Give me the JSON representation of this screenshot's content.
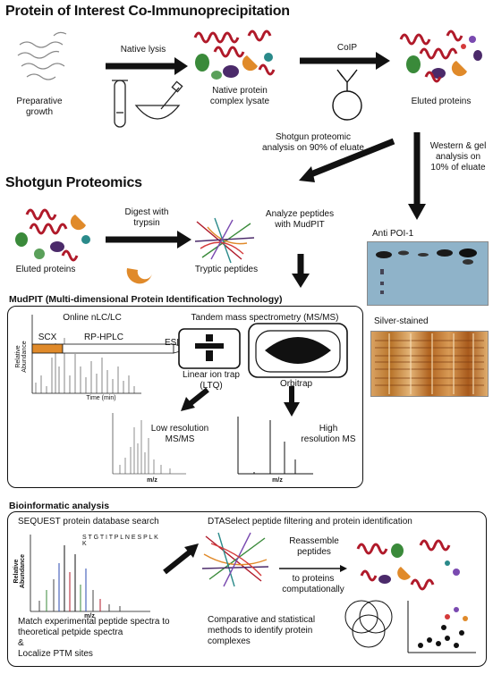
{
  "titles": {
    "coip": "Protein of Interest Co-Immunoprecipitation",
    "shotgun": "Shotgun Proteomics",
    "mudpit": "MudPIT (Multi-dimensional Protein Identification Technology)",
    "bioinfo": "Bioinformatic analysis"
  },
  "coip": {
    "growth": "Preparative growth",
    "native_lysis": "Native lysis",
    "lysate": "Native protein complex lysate",
    "coip_label": "CoIP",
    "eluted": "Eluted proteins",
    "shotgun_arrow": "Shotgun proteomic analysis on 90% of eluate",
    "western_arrow": "Western & gel analysis on 10% of eluate"
  },
  "shotgun": {
    "eluted": "Eluted proteins",
    "digest": "Digest with trypsin",
    "tryptic": "Tryptic peptides",
    "analyze": "Analyze peptides with MudPIT"
  },
  "gels": {
    "anti": "Anti POI-1",
    "silver": "Silver-stained"
  },
  "mudpit": {
    "lc": "Online nLC/LC",
    "scx": "SCX",
    "rp": "RP-HPLC",
    "esi": "ESI",
    "msms": "Tandem mass spectrometry (MS/MS)",
    "ltq": "Linear ion trap (LTQ)",
    "orbitrap": "Orbitrap",
    "low_res": "Low resolution MS/MS",
    "high_res": "High resolution MS",
    "rel_abundance": "Relative Abundance",
    "time_axis": "Time (min)",
    "mz": "m/z"
  },
  "bioinfo": {
    "sequest": "SEQUEST protein database search",
    "sequence": "S T G T I T P L N E S P L K K",
    "match": "Match experimental peptide spectra to theoretical petpide spectra",
    "amp": "&",
    "localize": "Localize PTM sites",
    "dtaselect": "DTASelect peptide filtering and protein identification",
    "reassemble": "Reassemble peptides",
    "to_proteins": "to proteins computationally",
    "comparative": "Comparative and statistical methods to identify protein complexes",
    "rel_abundance": "Relative Abundance",
    "mz": "m/z"
  },
  "colors": {
    "red_chain": "#b01a2a",
    "green": "#3a8a3a",
    "orange": "#e08a2a",
    "purple": "#4b2a6a",
    "teal": "#2a8a8a"
  }
}
